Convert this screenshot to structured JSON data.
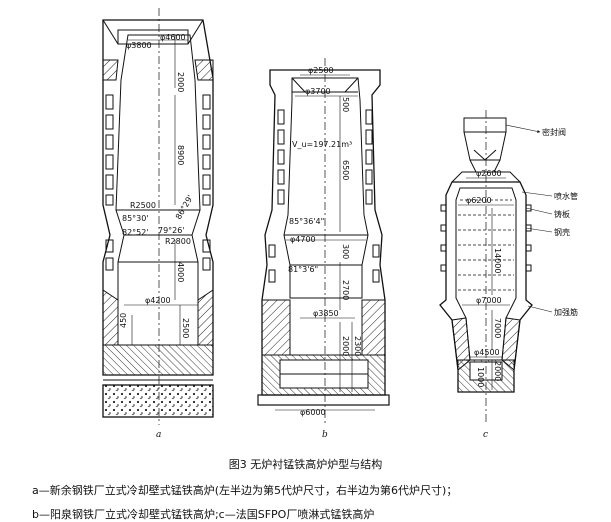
{
  "figure_a": {
    "letter": "a",
    "dims": [
      "φ3800",
      "φ4600",
      "2000",
      "8900",
      "R2500",
      "85°30'",
      "82°52'",
      "86°29'",
      "79°26'",
      "R2800",
      "4000",
      "φ4200",
      "450",
      "2500"
    ]
  },
  "figure_b": {
    "letter": "b",
    "dims": [
      "φ2500",
      "φ3700",
      "500",
      "V_u=197.21m³",
      "6500",
      "85°36'4\"",
      "φ4700",
      "300",
      "81°3'6\"",
      "2700",
      "φ3850",
      "2000",
      "2300",
      "φ6000"
    ]
  },
  "figure_c": {
    "letter": "c",
    "dims": [
      "φ2600",
      "φ6200",
      "14000",
      "φ7000",
      "φ4500",
      "7000",
      "2000",
      "1000"
    ],
    "labels": [
      "密封阀",
      "喷水管",
      "铸板",
      "钢壳",
      "加强筋"
    ]
  },
  "caption": "图3 无炉衬锰铁高炉炉型与结构",
  "legend": {
    "a": "a—新余钢铁厂立式冷却壁式锰铁高炉(左半边为第5代炉尺寸，右半边为第6代炉尺寸)；",
    "b": "b—阳泉钢铁厂立式冷却壁式锰铁高炉;c—法国SFPO厂喷淋式锰铁高炉"
  }
}
